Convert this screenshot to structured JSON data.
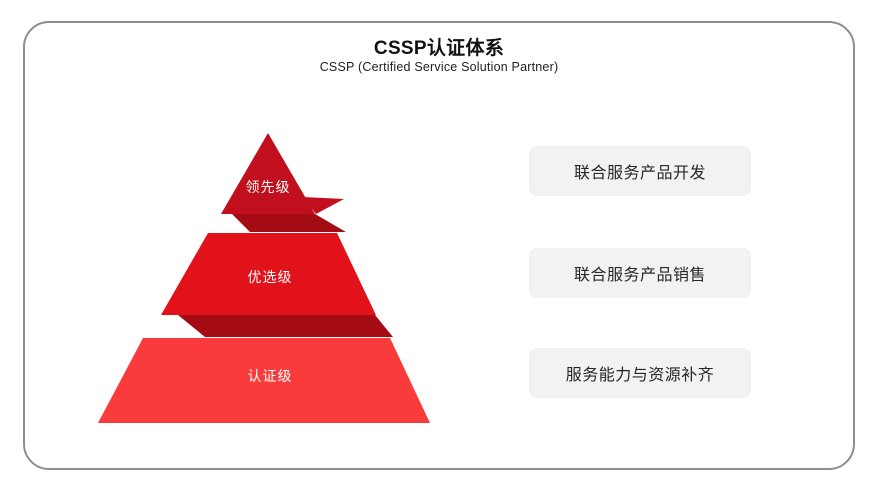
{
  "header": {
    "title": "CSSP认证体系",
    "subtitle": "CSSP  (Certified Service Solution Partner)"
  },
  "pyramid": {
    "tiers": [
      {
        "label": "领先级",
        "color": "#C20F1E"
      },
      {
        "label": "优选级",
        "color": "#E2121A"
      },
      {
        "label": "认证级",
        "color": "#F93B3B"
      }
    ],
    "fold_color": "#A50B13",
    "label_color": "#FFFFFF"
  },
  "benefits": [
    {
      "label": "联合服务产品开发"
    },
    {
      "label": "联合服务产品销售"
    },
    {
      "label": "服务能力与资源补齐"
    }
  ],
  "frame": {
    "border_color": "#8E8E8E",
    "background": "#FFFFFF"
  }
}
